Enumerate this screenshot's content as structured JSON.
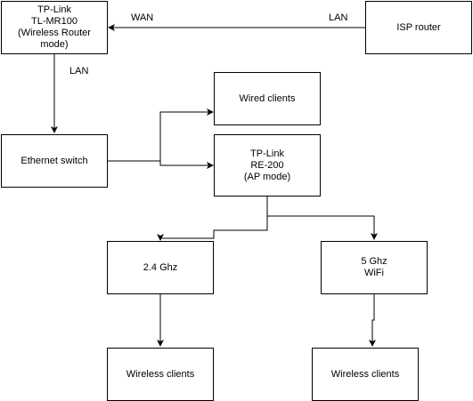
{
  "diagram": {
    "nodes": {
      "tplink_router": "TP-Link\nTL-MR100\n(Wireless Router\nmode)",
      "isp_router": "ISP router",
      "ethernet_switch": "Ethernet switch",
      "wired_clients": "Wired clients",
      "tplink_ap": "TP-Link\nRE-200\n(AP mode)",
      "band_24": "2.4 Ghz",
      "band_5": "5 Ghz\nWiFi",
      "wireless_clients_24": "Wireless clients",
      "wireless_clients_5": "Wireless clients"
    },
    "edge_labels": {
      "wan": "WAN",
      "lan_isp": "LAN",
      "lan_switch": "LAN"
    },
    "line_color": "#000000"
  }
}
